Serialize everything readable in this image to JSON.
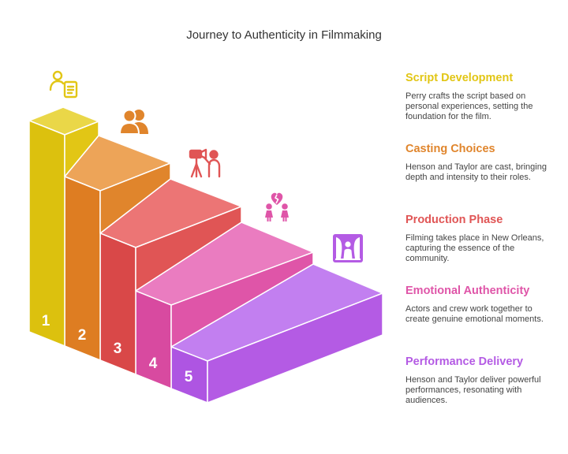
{
  "title": "Journey to Authenticity in Filmmaking",
  "steps": [
    {
      "number": "1",
      "heading": "Script Development",
      "description": "Perry crafts the script based on personal experiences, setting the foundation for the film.",
      "color": "#e2c615",
      "icon": "script-writer-icon"
    },
    {
      "number": "2",
      "heading": "Casting Choices",
      "description": "Henson and Taylor are cast, bringing depth and intensity to their roles.",
      "color": "#e0852c",
      "icon": "cast-members-icon"
    },
    {
      "number": "3",
      "heading": "Production Phase",
      "description": "Filming takes place in New Orleans, capturing the essence of the community.",
      "color": "#e05555",
      "icon": "camera-operator-icon"
    },
    {
      "number": "4",
      "heading": "Emotional Authenticity",
      "description": "Actors and crew work together to create genuine emotional moments.",
      "color": "#df55a8",
      "icon": "couple-heartbreak-icon"
    },
    {
      "number": "5",
      "heading": "Performance Delivery",
      "description": "Henson and Taylor deliver powerful performances, resonating with audiences.",
      "color": "#b45be4",
      "icon": "stage-performer-icon"
    }
  ]
}
